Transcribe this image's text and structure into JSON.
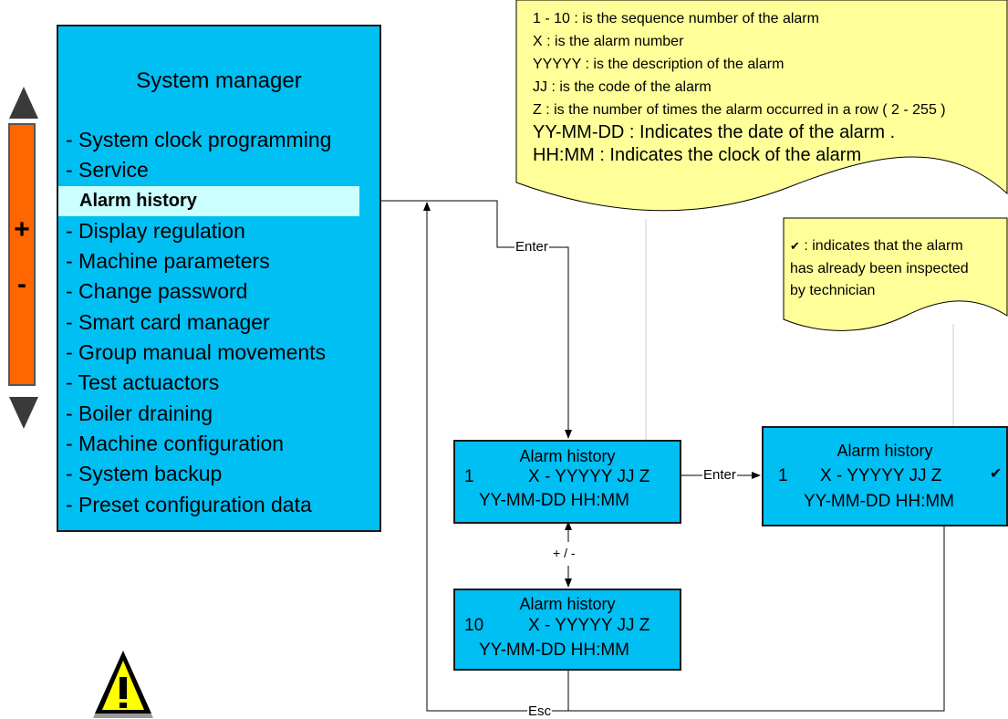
{
  "menu": {
    "title": "System manager",
    "items": [
      "- System clock programming",
      "- Service",
      "Alarm history",
      "- Display regulation",
      "- Machine parameters",
      "- Change password",
      "- Smart card manager",
      "- Group manual movements",
      "- Test actuactors",
      "- Boiler draining",
      "- Machine configuration",
      "- System backup",
      "- Preset configuration data"
    ]
  },
  "keypad": {
    "plus": "+",
    "minus": "-"
  },
  "legend": {
    "lines": [
      "1 - 10 :  is the sequence number of the alarm",
      "X : is the alarm number",
      "YYYYY : is the description of the alarm",
      "JJ :  is the code of the alarm",
      "Z : is the number of times the alarm occurred in a row ( 2 - 255 )",
      "YY-MM-DD : Indicates the date of the alarm .",
      "HH:MM : Indicates the clock of the alarm"
    ]
  },
  "check_note": {
    "lines": [
      ": indicates that the alarm",
      "has already been inspected",
      "by technician"
    ]
  },
  "boxes": {
    "first": {
      "title": "Alarm history",
      "num": "1",
      "row": "X -  YYYYY  JJ  Z",
      "date": "YY-MM-DD   HH:MM"
    },
    "tenth": {
      "title": "Alarm history",
      "num": "10",
      "row": "X -  YYYYY  JJ  Z",
      "date": "YY-MM-DD   HH:MM"
    },
    "inspected": {
      "title": "Alarm history",
      "num": "1",
      "row": "X -  YYYYY  JJ  Z",
      "check": "✔",
      "date": "YY-MM-DD   HH:MM"
    }
  },
  "connectors": {
    "enter1": "Enter",
    "enter2": "Enter",
    "plusminus": "+ / -",
    "esc": "Esc"
  },
  "colors": {
    "panel": "#00bff3",
    "selected": "#ccffff",
    "note": "#ffff99",
    "keypad": "#ff6600",
    "warning": "#ffff00"
  },
  "icons": [
    "up-arrow-icon",
    "down-arrow-icon",
    "warning-icon",
    "check-icon"
  ]
}
